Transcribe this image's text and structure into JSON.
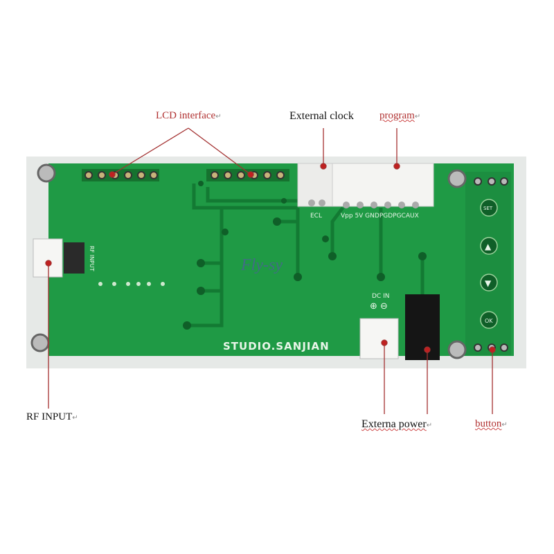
{
  "labels": {
    "lcd_interface": "LCD interface",
    "external_clock": "External clock",
    "program": "program",
    "rf_input": "RF INPUT",
    "external_power": "Externa power",
    "button": "button",
    "return_mark": "↵"
  },
  "silkscreen": {
    "ecl": "ECL",
    "prog_pins": "Vpp  5V  GNDPGDPGCAUX",
    "dc_in": "DC IN",
    "brand": "STUDIO.SANJIAN",
    "rf_input": "RF INPUT",
    "set": "SET",
    "ok": "OK",
    "logo": "Fly-sy"
  },
  "colors": {
    "board": "#1f9a45",
    "background": "#e9ecea",
    "pointer": "#a33030"
  }
}
